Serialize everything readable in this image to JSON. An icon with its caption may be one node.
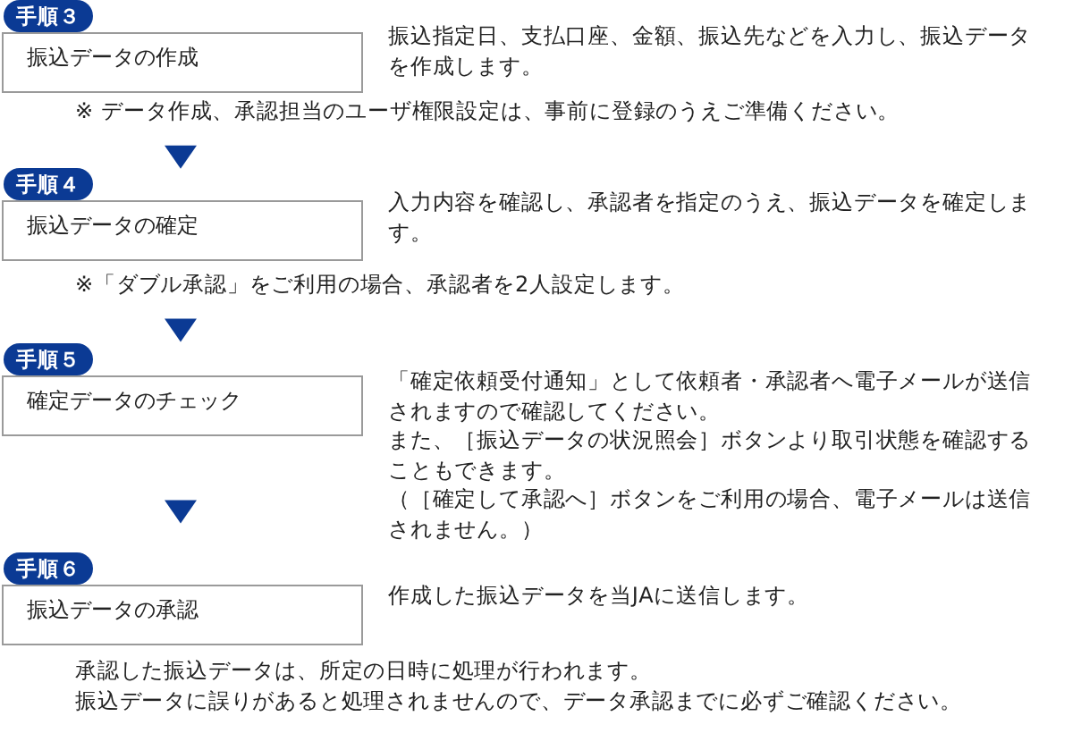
{
  "diagram": {
    "nodes": [
      {
        "text": [
          "手順３",
          "振込データの作成"
        ],
        "beside": [
          "振込指定日、支払口座、金額、振込先などを入力し、振込データを作成します。"
        ]
      },
      {
        "text": [
          "手順４",
          "振込データの確定"
        ],
        "beside": [
          "入力内容を確認し、承認者を指定のうえ、振込データを確定します。"
        ]
      },
      {
        "text": [
          "手順５",
          "確定データのチェック"
        ],
        "beside": [
          "「確定依頼受付通知」として依頼者・承認者へ電子メールが送信されますので確認してください。",
          "また、［振込データの状況照会］ボタンより取引状態を確認することもできます。",
          "（［確定して承認へ］ボタンをご利用の場合、電子メールは送信されません。）"
        ]
      },
      {
        "text": [
          "手順６",
          "振込データの承認"
        ],
        "beside": [
          "作成した振込データを当JAに送信します。"
        ]
      }
    ],
    "edges": [
      {
        "from": 0,
        "to": 1,
        "arrow": "to"
      },
      {
        "from": 1,
        "to": 2,
        "arrow": "to"
      },
      {
        "from": 2,
        "to": 3,
        "arrow": "to"
      }
    ],
    "labels": [
      "※ データ作成、承認担当のユーザ権限設定は、事前に登録のうえご準備ください。",
      "※「ダブル承認」をご利用の場合、承認者を2人設定します。",
      "承認した振込データは、所定の日時に処理が行われます。",
      "振込データに誤りがあると処理されませんので、データ承認までに必ずご確認ください。"
    ]
  }
}
